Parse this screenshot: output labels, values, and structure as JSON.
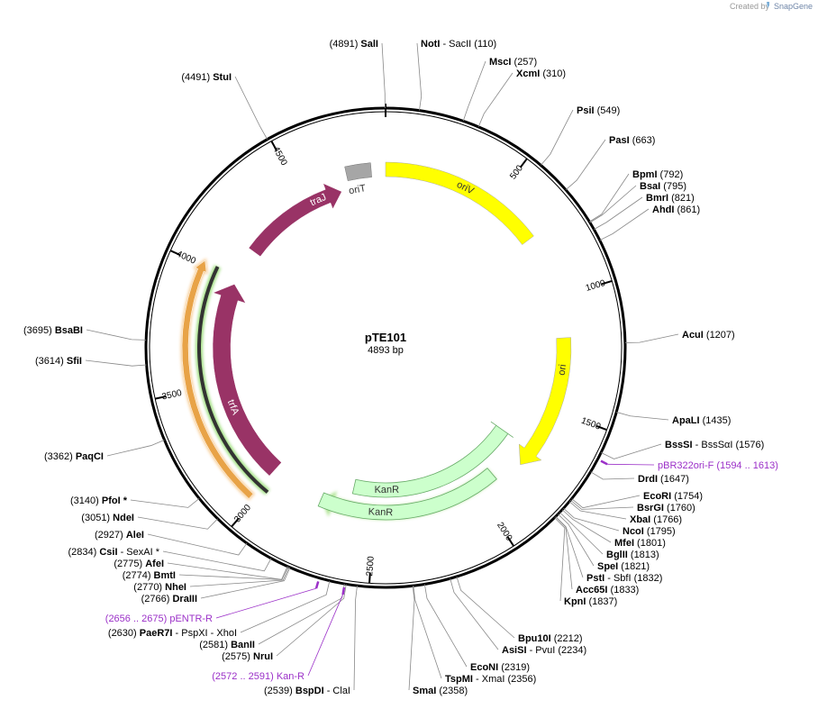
{
  "plasmid": {
    "name": "pTE101",
    "size": "4893 bp"
  },
  "credit": {
    "text": "Created by",
    "brand": "SnapGene"
  },
  "ticks": [
    "500",
    "1000",
    "1500",
    "2000",
    "2500",
    "3000",
    "3500",
    "4000",
    "4500"
  ],
  "features": [
    {
      "label": "oriV",
      "color": "#ffff00"
    },
    {
      "label": "ori",
      "color": "#ffff00"
    },
    {
      "label": "KanR",
      "color": "#ccffcc"
    },
    {
      "label": "KanR",
      "color": "#ccffcc"
    },
    {
      "label": "trfA",
      "color": "#993366"
    },
    {
      "label": "traJ",
      "color": "#993366"
    },
    {
      "label": "oriT",
      "color": "#a6a6a6"
    }
  ],
  "sites": [
    {
      "pre": "(4891) ",
      "name": "SalI",
      "post": ""
    },
    {
      "pre": "",
      "name": "NotI",
      "post": "  - SacII    (110)"
    },
    {
      "pre": "",
      "name": "MscI",
      "post": "   (257)"
    },
    {
      "pre": "",
      "name": "XcmI",
      "post": "   (310)"
    },
    {
      "pre": "",
      "name": "PsiI",
      "post": "   (549)"
    },
    {
      "pre": "",
      "name": "PasI",
      "post": "   (663)"
    },
    {
      "pre": "",
      "name": "BpmI",
      "post": "   (792)"
    },
    {
      "pre": "",
      "name": "BsaI",
      "post": "   (795)"
    },
    {
      "pre": "",
      "name": "BmrI",
      "post": "   (821)"
    },
    {
      "pre": "",
      "name": "AhdI",
      "post": "   (861)"
    },
    {
      "pre": "",
      "name": "AcuI",
      "post": "   (1207)"
    },
    {
      "pre": "",
      "name": "ApaLI",
      "post": "   (1435)"
    },
    {
      "pre": "",
      "name": "BssSI",
      "post": "  - BssSαI    (1576)"
    },
    {
      "pre": "",
      "name": "DrdI",
      "post": "   (1647)"
    },
    {
      "pre": "",
      "name": "EcoRI",
      "post": "   (1754)"
    },
    {
      "pre": "",
      "name": "BsrGI",
      "post": "   (1760)"
    },
    {
      "pre": "",
      "name": "XbaI",
      "post": "   (1766)"
    },
    {
      "pre": "",
      "name": "NcoI",
      "post": "   (1795)"
    },
    {
      "pre": "",
      "name": "MfeI",
      "post": "   (1801)"
    },
    {
      "pre": "",
      "name": "BglII",
      "post": "   (1813)"
    },
    {
      "pre": "",
      "name": "SpeI",
      "post": "   (1821)"
    },
    {
      "pre": "",
      "name": "PstI",
      "post": "  - SbfI    (1832)"
    },
    {
      "pre": "",
      "name": "Acc65I",
      "post": "   (1833)"
    },
    {
      "pre": "",
      "name": "KpnI",
      "post": "   (1837)"
    },
    {
      "pre": "",
      "name": "Bpu10I",
      "post": "   (2212)"
    },
    {
      "pre": "",
      "name": "AsiSI",
      "post": "  - PvuI    (2234)"
    },
    {
      "pre": "",
      "name": "EcoNI",
      "post": "   (2319)"
    },
    {
      "pre": "",
      "name": "TspMI",
      "post": "  - XmaI    (2356)"
    },
    {
      "pre": "",
      "name": "SmaI",
      "post": "   (2358)"
    },
    {
      "pre": "(2539) ",
      "name": "BspDI",
      "post": "  - ClaI"
    },
    {
      "pre": "(2575) ",
      "name": "NruI",
      "post": ""
    },
    {
      "pre": "(2581) ",
      "name": "BanII",
      "post": ""
    },
    {
      "pre": "(2630) ",
      "name": "PaeR7I",
      "post": "  - PspXI  - XhoI"
    },
    {
      "pre": "(2766) ",
      "name": "DraIII",
      "post": ""
    },
    {
      "pre": "(2770) ",
      "name": "NheI",
      "post": ""
    },
    {
      "pre": "(2774) ",
      "name": "BmtI",
      "post": ""
    },
    {
      "pre": "(2775) ",
      "name": "AfeI",
      "post": ""
    },
    {
      "pre": "(2834) ",
      "name": "CsiI",
      "post": "  - SexAI *"
    },
    {
      "pre": "(2927) ",
      "name": "AleI",
      "post": ""
    },
    {
      "pre": "(3051) ",
      "name": "NdeI",
      "post": ""
    },
    {
      "pre": "(3140) ",
      "name": "PfoI *",
      "post": ""
    },
    {
      "pre": "(3362) ",
      "name": "PaqCI",
      "post": ""
    },
    {
      "pre": "(3614) ",
      "name": "SfiI",
      "post": ""
    },
    {
      "pre": "(3695) ",
      "name": "BsaBI",
      "post": ""
    },
    {
      "pre": "(4491) ",
      "name": "StuI",
      "post": ""
    }
  ],
  "primers": [
    {
      "text": "pBR322ori-F     (1594 .. 1613)"
    },
    {
      "text": "(2656 .. 2675)  pENTR-R"
    },
    {
      "text": "(2572 .. 2591)  Kan-R"
    }
  ]
}
